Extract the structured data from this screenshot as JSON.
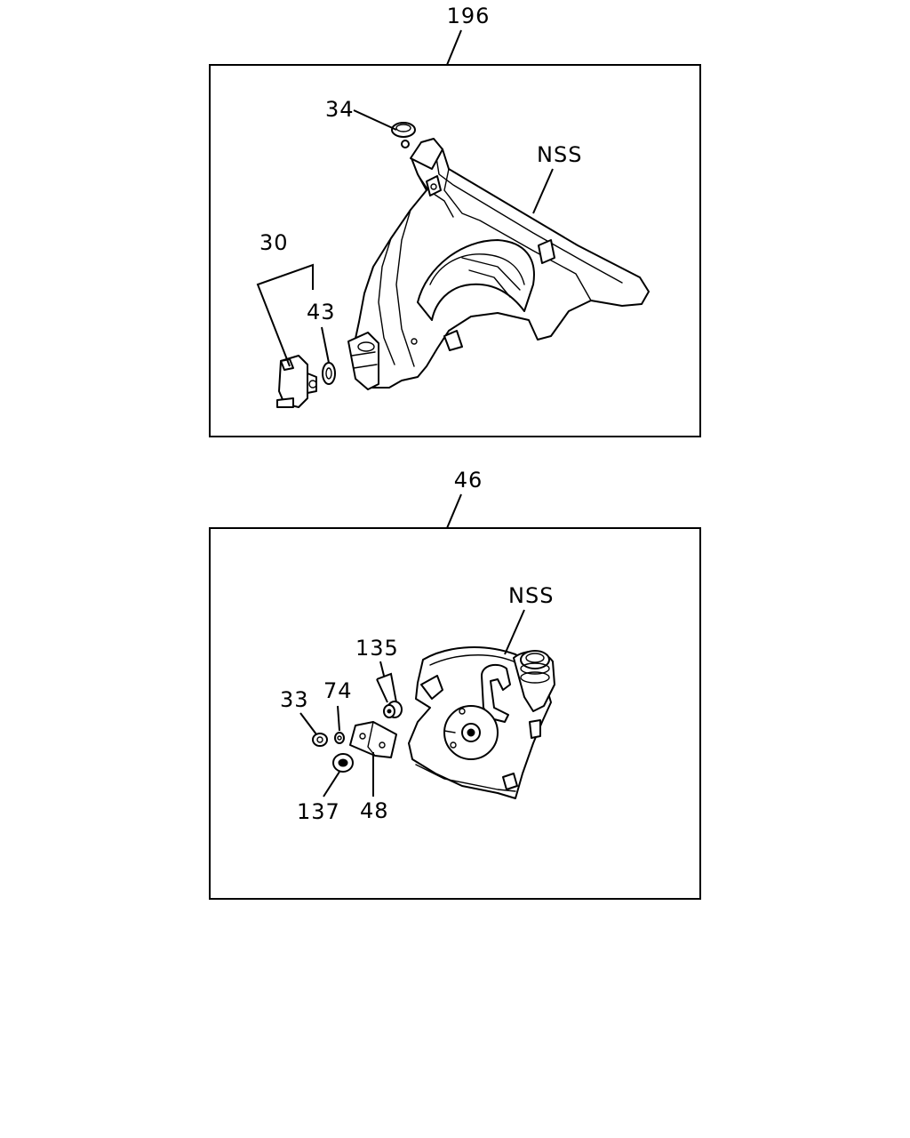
{
  "panel_top": {
    "assembly_label": "196",
    "callouts": {
      "cap": "34",
      "tank": "NSS",
      "pump": "30",
      "grommet": "43"
    }
  },
  "panel_bottom": {
    "assembly_label": "46",
    "callouts": {
      "motor": "NSS",
      "bushing": "135",
      "nut": "33",
      "washer": "74",
      "seal": "137",
      "bracket": "48"
    }
  }
}
